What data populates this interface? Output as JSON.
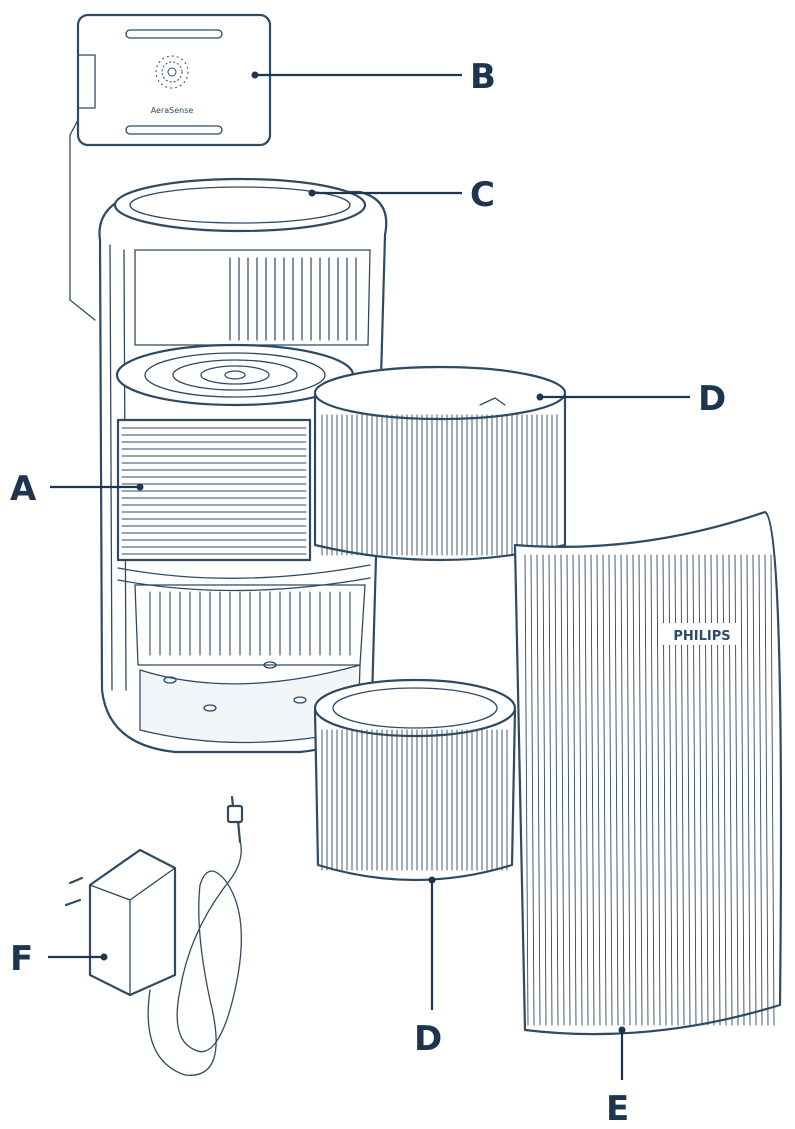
{
  "labels": {
    "A": "A",
    "B": "B",
    "C": "C",
    "D_top": "D",
    "D_bottom": "D",
    "E": "E",
    "F": "F"
  },
  "brand": {
    "philips": "PHILIPS",
    "aerasense": "AeraSense"
  },
  "colors": {
    "ink": "#2f4a63",
    "label": "#1e3550"
  }
}
